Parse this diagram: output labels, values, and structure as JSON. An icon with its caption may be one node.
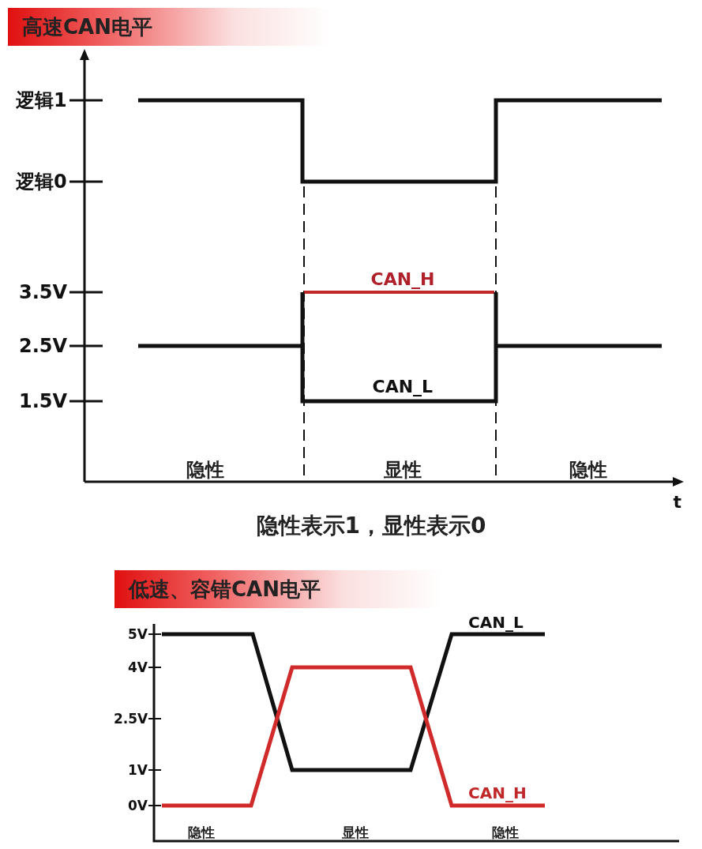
{
  "diagram": {
    "nodes": [
      {
        "text": [
          "高速CAN电平"
        ]
      },
      {
        "text": [
          "低速、容错CAN电平"
        ]
      }
    ],
    "labels": [
      "逻辑1",
      "逻辑0",
      "CAN_H",
      "3.5V",
      "2.5V",
      "CAN_L",
      "1.5V",
      "隐性",
      "显性",
      "隐性",
      "t",
      "隐性表示1，显性表示0",
      "CAN_L",
      "5V",
      "4V",
      "2.5V",
      "1V",
      "CAN_H",
      "0V",
      "隐性",
      "显性",
      "隐性"
    ]
  }
}
